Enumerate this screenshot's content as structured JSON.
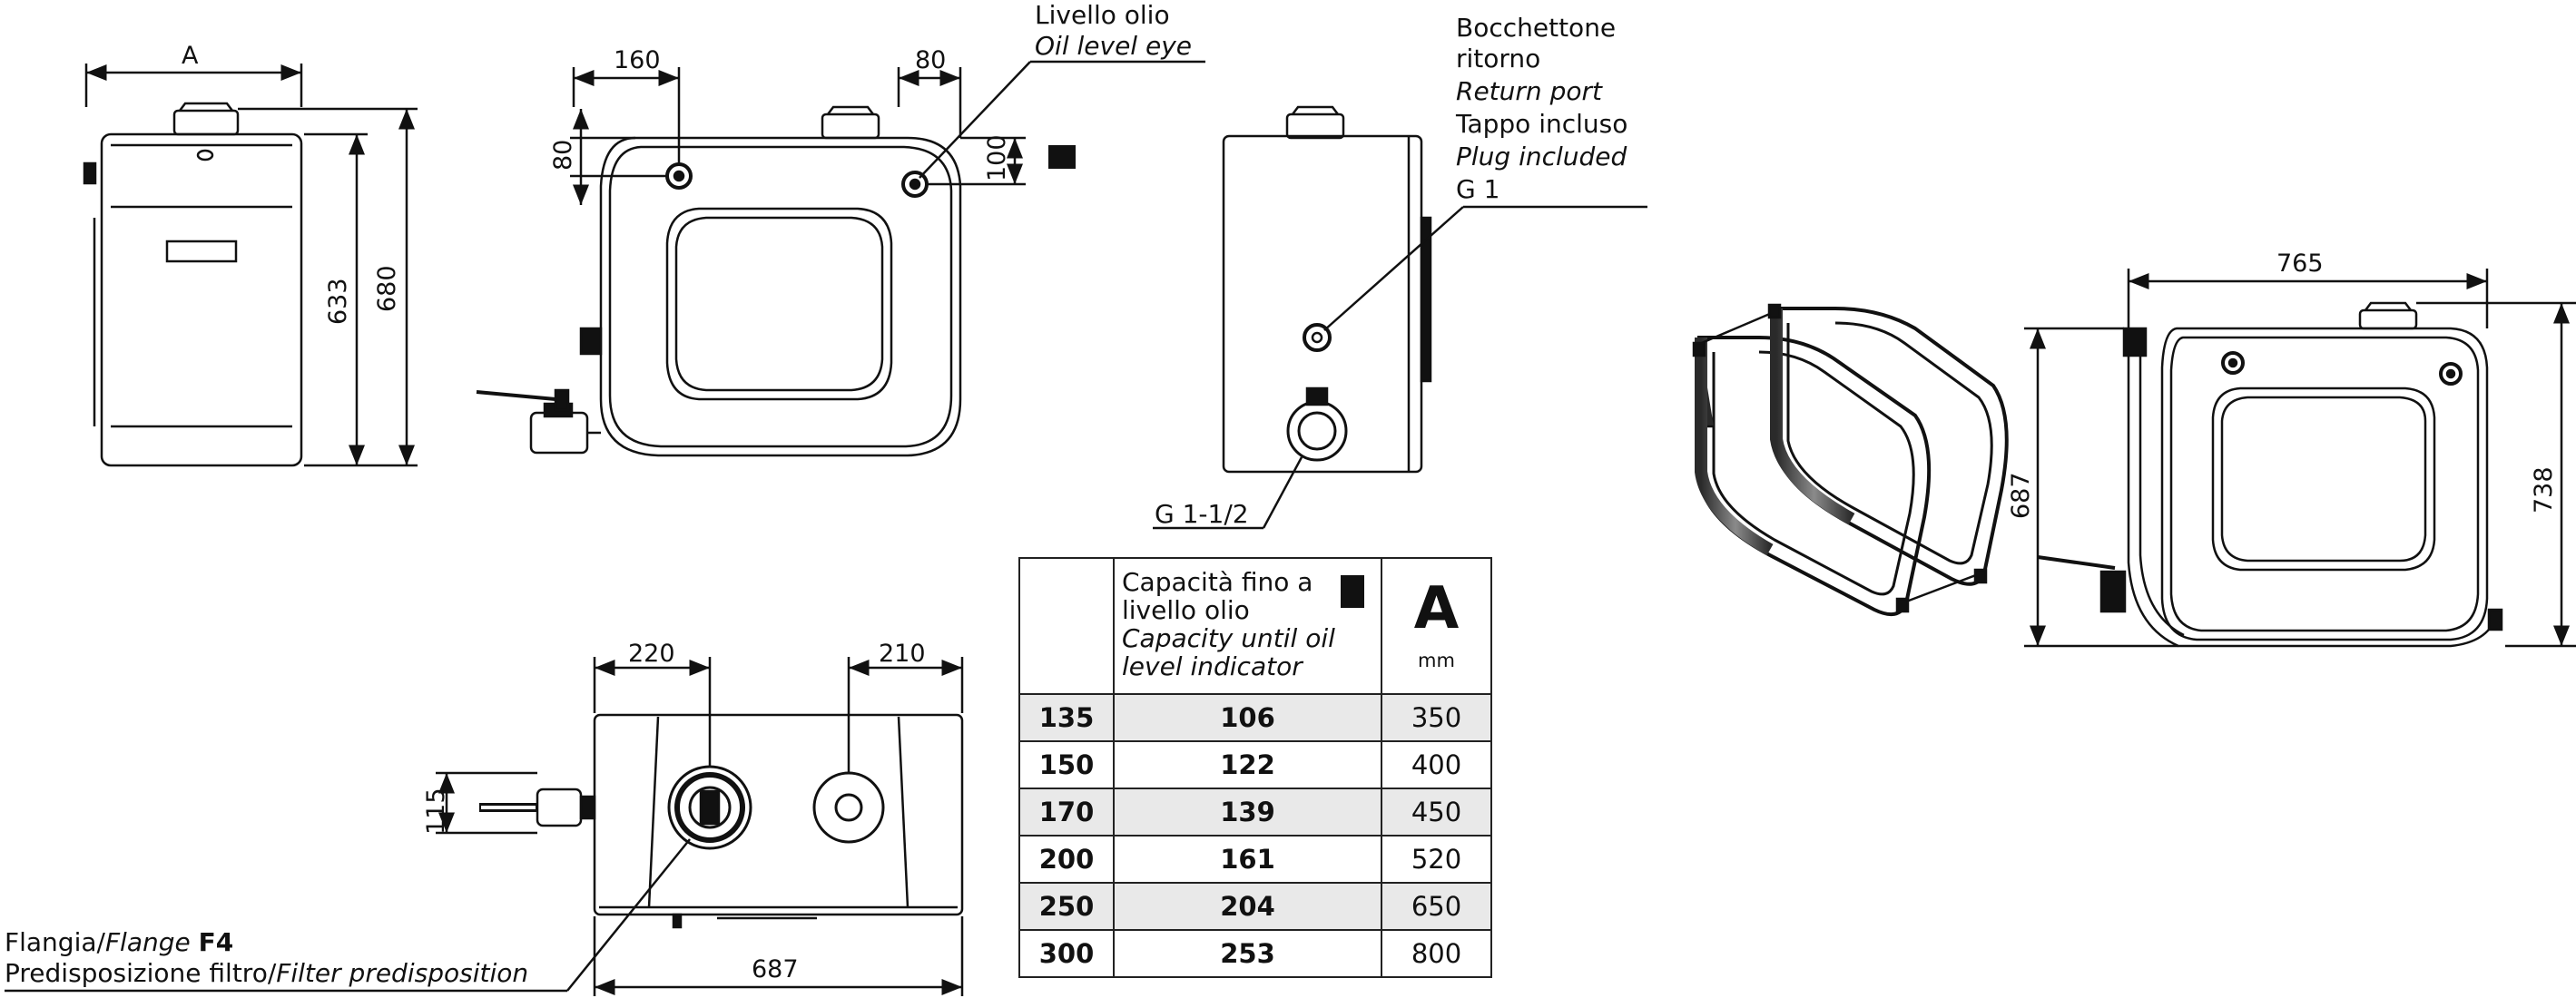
{
  "labels": {
    "oil_level_it": "Livello olio",
    "oil_level_en": "Oil level eye",
    "return_port_it_1": "Bocchettone",
    "return_port_it_2": "ritorno",
    "return_port_en": "Return port",
    "plug_it": "Tappo incluso",
    "plug_en": "Plug included",
    "return_thread": "G 1",
    "drain_thread": "G 1-1/2",
    "flange_it": "Flangia/",
    "flange_en": "Flange",
    "flange_code": "F4",
    "filter_it": "Predisposizione filtro/",
    "filter_en": "Filter predisposition"
  },
  "dimensions": {
    "a": "A",
    "h633": "633",
    "h680": "680",
    "d160": "160",
    "d80_top": "80",
    "d80_side": "80",
    "d100": "100",
    "d220": "220",
    "d210": "210",
    "d115": "115",
    "d687_bottom": "687",
    "d765": "765",
    "d687_side": "687",
    "d738": "738"
  },
  "table": {
    "header": {
      "capacity_it": "Capacità fino a livello olio",
      "capacity_en": "Capacity until oil level indicator",
      "col_a": "A",
      "unit": "mm"
    },
    "rows": [
      {
        "size": "135",
        "capacity": "106",
        "a": "350"
      },
      {
        "size": "150",
        "capacity": "122",
        "a": "400"
      },
      {
        "size": "170",
        "capacity": "139",
        "a": "450"
      },
      {
        "size": "200",
        "capacity": "161",
        "a": "520"
      },
      {
        "size": "250",
        "capacity": "204",
        "a": "650"
      },
      {
        "size": "300",
        "capacity": "253",
        "a": "800"
      }
    ]
  },
  "colors": {
    "line": "#111111",
    "table_shade": "#e9e9e9"
  }
}
